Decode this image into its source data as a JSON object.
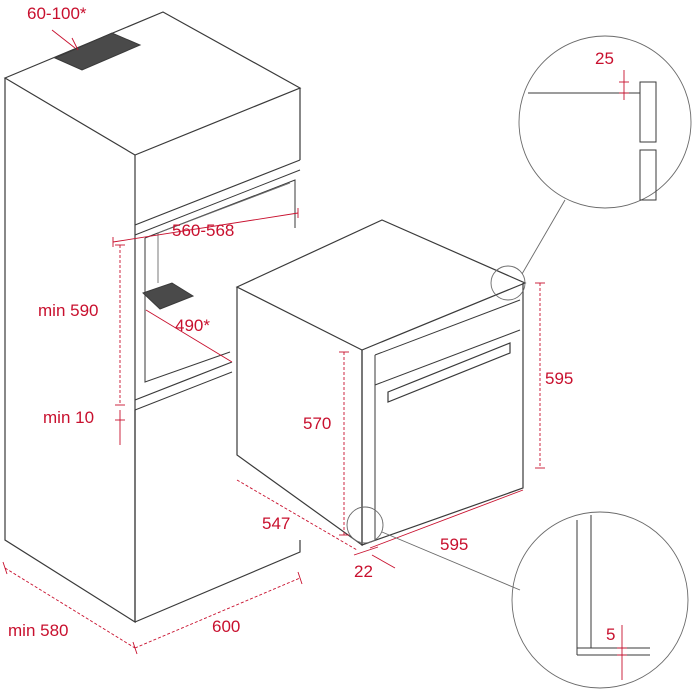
{
  "dimensions": {
    "top_vent": "60-100*",
    "niche_width": "560-568",
    "niche_height_min": "min 590",
    "niche_depth": "490*",
    "bottom_gap_min": "min 10",
    "cabinet_depth_min": "min 580",
    "cabinet_width": "600",
    "oven_body_height": "570",
    "oven_height": "595",
    "oven_depth": "547",
    "oven_width": "595",
    "door_thickness": "22",
    "detail_top_gap": "25",
    "detail_bottom_gap": "5"
  },
  "colors": {
    "dimension": "#c8102e",
    "line": "#3a3a3a",
    "vent": "#4a4a4a"
  }
}
